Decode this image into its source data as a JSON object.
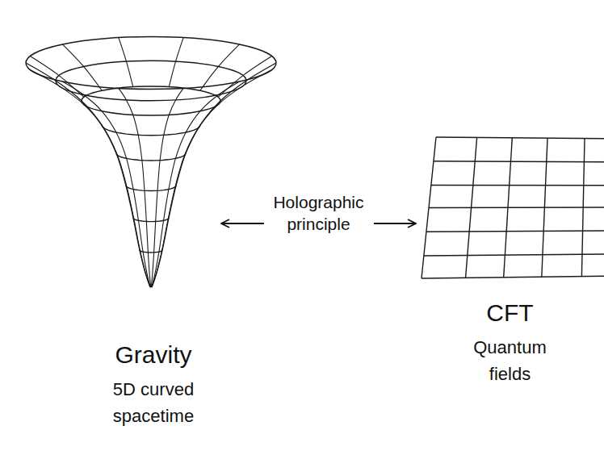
{
  "diagram": {
    "nodes": [
      {
        "text": [
          "Gravity",
          "5D curved spacetime"
        ]
      },
      {
        "text": [
          "CFT",
          "Quantum fields"
        ]
      }
    ],
    "edges": [
      {
        "from": 0,
        "to": 1,
        "label": "Holographic principle",
        "arrow": "both"
      }
    ]
  }
}
